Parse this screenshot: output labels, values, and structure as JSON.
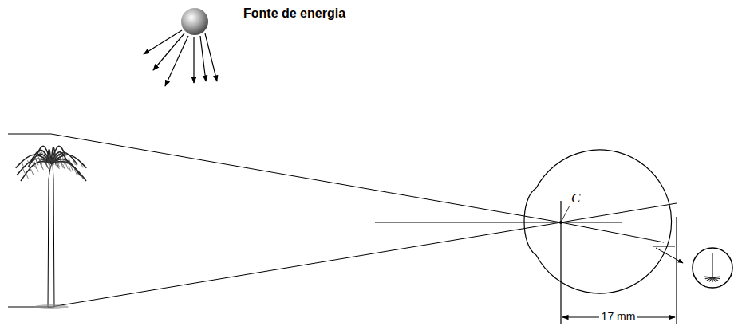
{
  "diagram": {
    "labels": [
      "Fonte de energia",
      "C",
      "17 mm"
    ]
  }
}
